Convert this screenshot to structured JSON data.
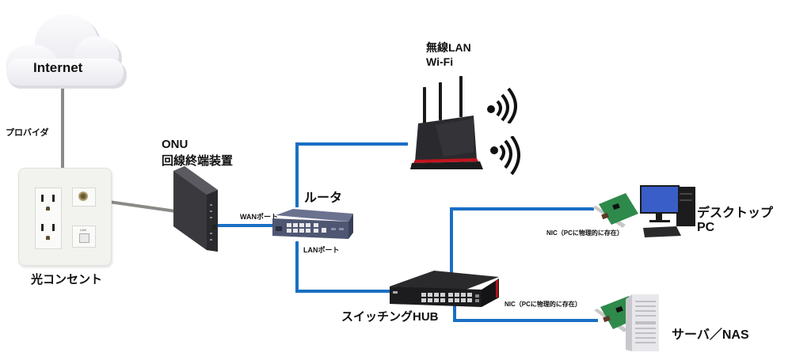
{
  "diagram": {
    "colors": {
      "lan_cable": "#1a6fc4",
      "fiber_cable": "#8a8a86",
      "background": "#ffffff"
    },
    "nodes": {
      "internet": {
        "label": "Internet"
      },
      "provider": {
        "label": "プロバイダ"
      },
      "outlet": {
        "label": "光コンセント",
        "lan_jack_label": "LAN"
      },
      "onu": {
        "label_line1": "ONU",
        "label_line2": "回線終端装置"
      },
      "router": {
        "label": "ルータ",
        "wan_port_label": "WANポート",
        "lan_port_label": "LANポート"
      },
      "wifi": {
        "label_line1": "無線LAN",
        "label_line2": "Wi-Fi"
      },
      "hub": {
        "label": "スイッチングHUB"
      },
      "desktop": {
        "label_line1": "デスクトップ",
        "label_line2": "PC",
        "nic_label": "NIC（PCに物理的に存在）"
      },
      "server": {
        "label": "サーバ／NAS",
        "nic_label": "NIC（PCに物理的に存在）"
      }
    },
    "connections": [
      {
        "from": "internet",
        "to": "outlet",
        "type": "fiber"
      },
      {
        "from": "outlet",
        "to": "onu",
        "type": "fiber"
      },
      {
        "from": "onu",
        "to": "router",
        "type": "lan",
        "port": "WANポート"
      },
      {
        "from": "router",
        "to": "wifi",
        "type": "lan"
      },
      {
        "from": "router",
        "to": "hub",
        "type": "lan",
        "port": "LANポート"
      },
      {
        "from": "hub",
        "to": "desktop",
        "type": "lan"
      },
      {
        "from": "hub",
        "to": "server",
        "type": "lan"
      }
    ]
  }
}
